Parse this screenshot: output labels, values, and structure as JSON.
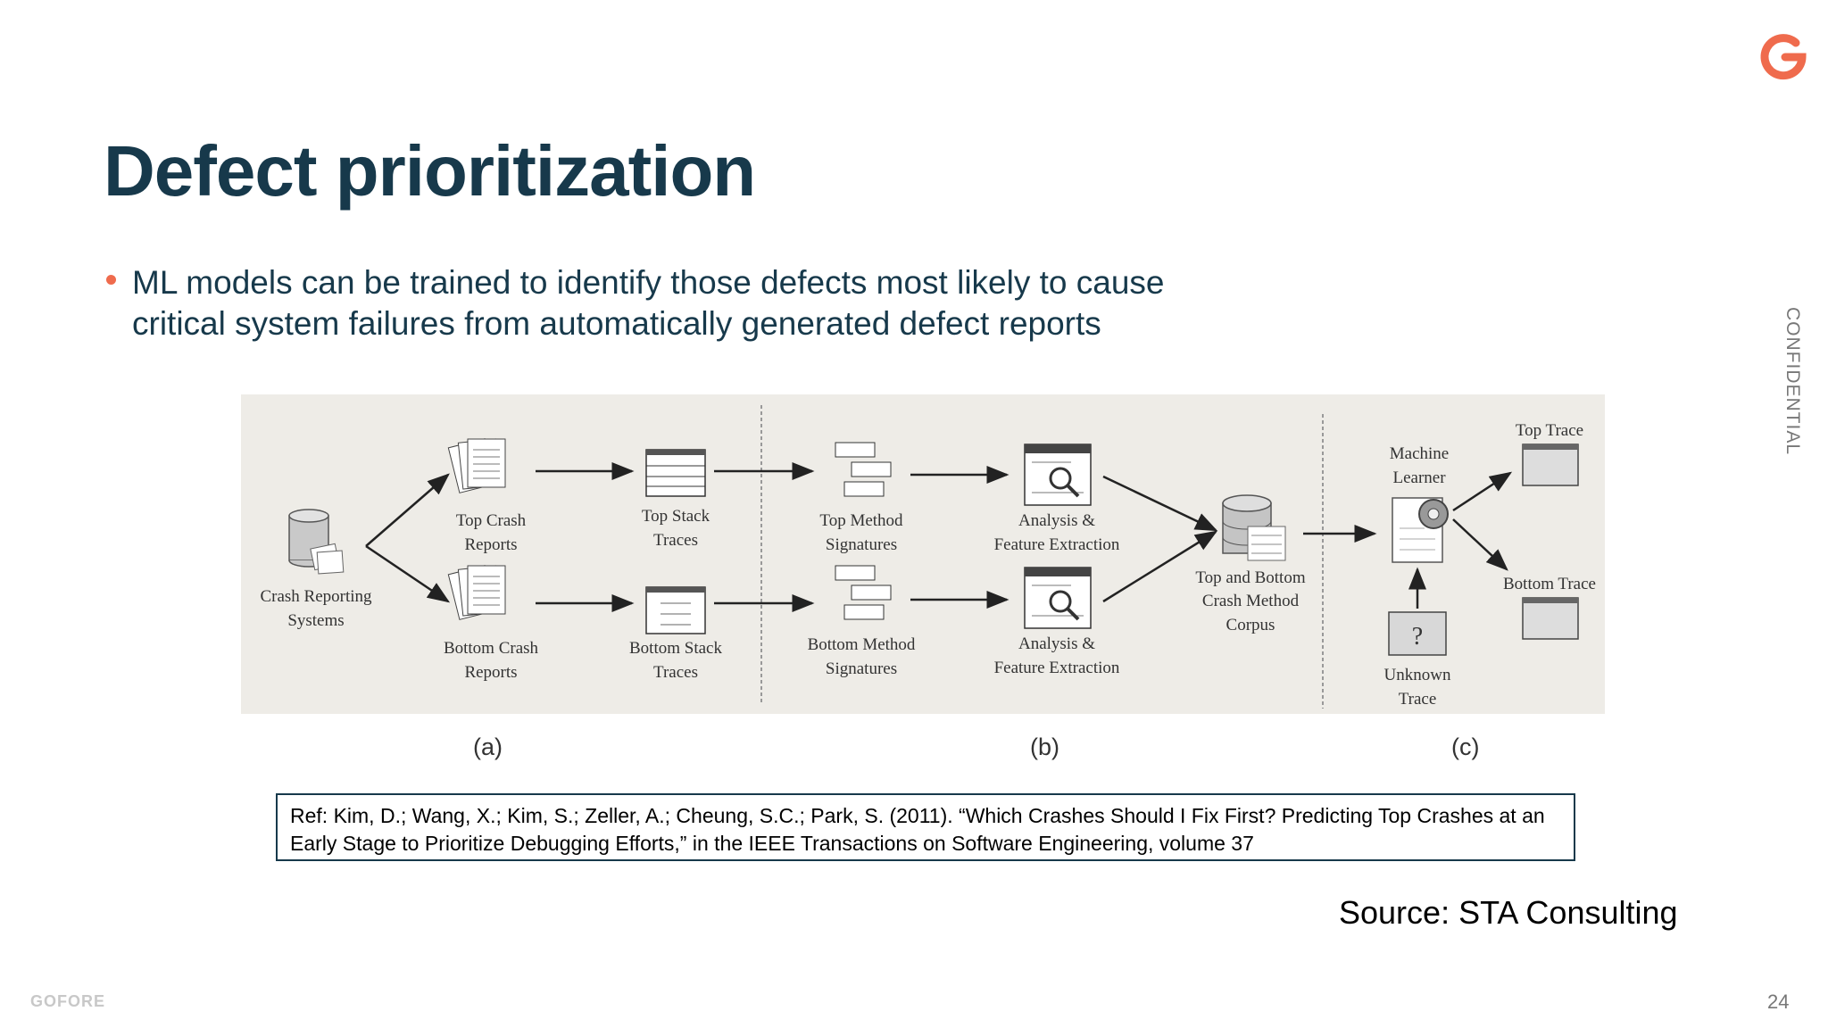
{
  "slide": {
    "title": "Defect prioritization",
    "bullet": "ML models can be trained to identify those defects most likely to cause critical system failures from automatically generated defect reports",
    "confidential": "CONFIDENTIAL",
    "source": "Source: STA Consulting",
    "footer_brand": "GOFORE",
    "page_number": "24",
    "accent_color": "#ef6b4d",
    "title_color": "#17394b"
  },
  "diagram": {
    "nodes": {
      "crash_systems": [
        "Crash Reporting",
        "Systems"
      ],
      "top_crash_reports": [
        "Top Crash",
        "Reports"
      ],
      "bottom_crash_reports": [
        "Bottom Crash",
        "Reports"
      ],
      "top_stack_traces": [
        "Top Stack",
        "Traces"
      ],
      "bottom_stack_traces": [
        "Bottom Stack",
        "Traces"
      ],
      "top_method_sigs": [
        "Top Method",
        "Signatures"
      ],
      "bottom_method_sigs": [
        "Bottom Method",
        "Signatures"
      ],
      "analysis_top": [
        "Analysis &",
        "Feature Extraction"
      ],
      "analysis_bottom": [
        "Analysis &",
        "Feature Extraction"
      ],
      "corpus": [
        "Top and Bottom",
        "Crash Method",
        "Corpus"
      ],
      "machine_learner": [
        "Machine",
        "Learner"
      ],
      "unknown_trace": [
        "Unknown",
        "Trace"
      ],
      "top_trace": "Top Trace",
      "bottom_trace": "Bottom Trace"
    },
    "panel_labels": [
      "(a)",
      "(b)",
      "(c)"
    ]
  },
  "reference": {
    "line1": "Ref: Kim, D.; Wang, X.; Kim, S.; Zeller, A.; Cheung, S.C.; Park, S.  (2011).  “Which Crashes Should I Fix First? Predicting Top Crashes at an",
    "line2": "Early Stage to Prioritize Debugging Efforts,” in the IEEE Transactions on Software Engineering, volume 37"
  }
}
